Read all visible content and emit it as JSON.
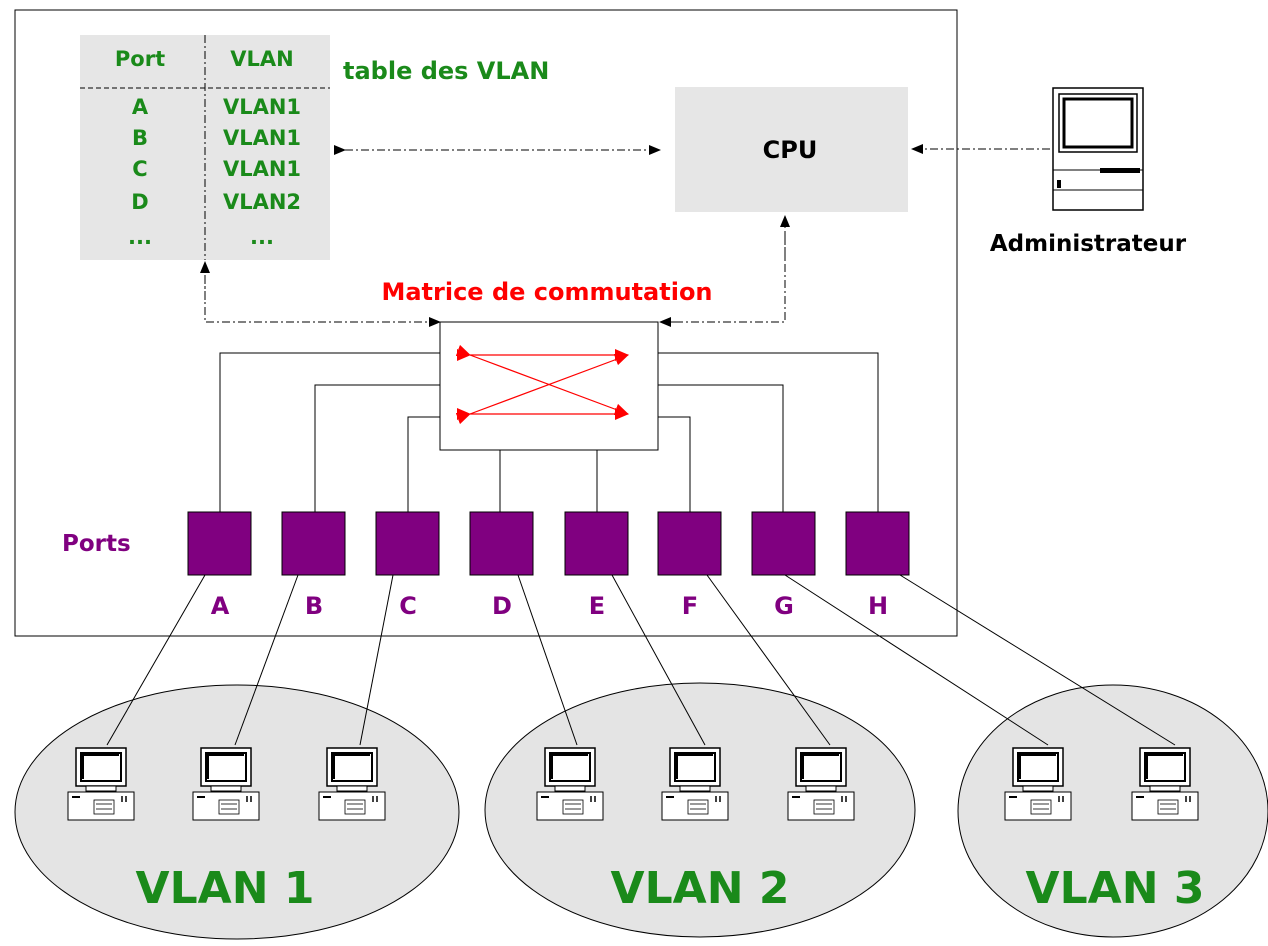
{
  "colors": {
    "table_text": "#1a8a1a",
    "matrix_label": "#ff0000",
    "arrow_red": "#ff0000",
    "port_fill": "#800080",
    "port_label": "#800080",
    "vlan_label": "#1a8a1a",
    "box_fill": "#e6e6e6",
    "cloud_fill": "#e4e4e4"
  },
  "vlan_table": {
    "header_port": "Port",
    "header_vlan": "VLAN",
    "rows": [
      {
        "port": "A",
        "vlan": "VLAN1"
      },
      {
        "port": "B",
        "vlan": "VLAN1"
      },
      {
        "port": "C",
        "vlan": "VLAN1"
      },
      {
        "port": "D",
        "vlan": "VLAN2"
      },
      {
        "port": "...",
        "vlan": "..."
      }
    ],
    "title": "table des VLAN"
  },
  "cpu": {
    "label": "CPU"
  },
  "admin": {
    "label": "Administrateur"
  },
  "matrix": {
    "label": "Matrice de commutation"
  },
  "ports_label": "Ports",
  "ports": [
    "A",
    "B",
    "C",
    "D",
    "E",
    "F",
    "G",
    "H"
  ],
  "vlans": [
    {
      "label": "VLAN 1",
      "computers": 3
    },
    {
      "label": "VLAN 2",
      "computers": 3
    },
    {
      "label": "VLAN 3",
      "computers": 2
    }
  ]
}
